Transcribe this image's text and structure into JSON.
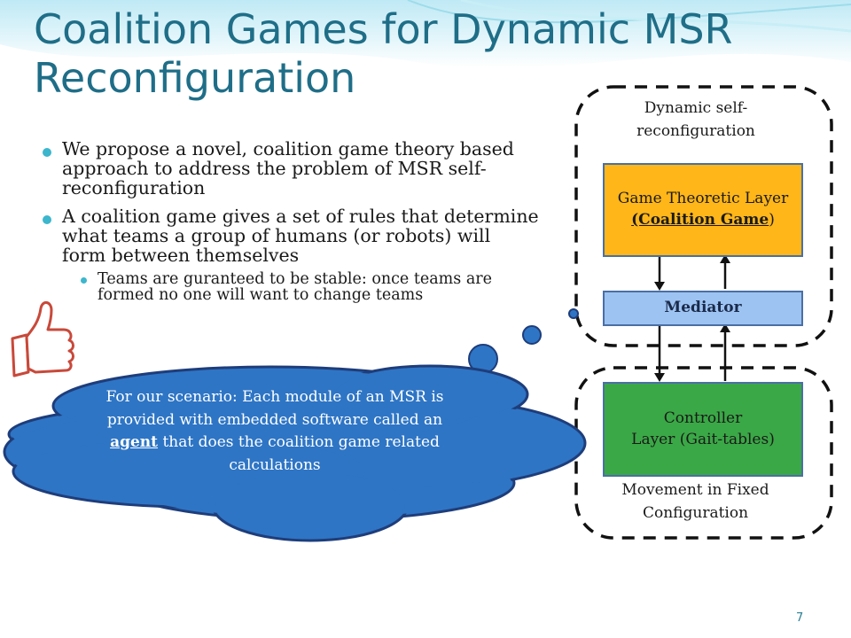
{
  "slide": {
    "title": "Coalition Games for Dynamic MSR Reconfiguration",
    "bullets": [
      "We propose a novel, coalition game theory based approach to address the problem of MSR self-reconfiguration",
      "A coalition game gives a set of rules that determine what teams a group of humans (or robots) will form between themselves"
    ],
    "sub_bullet": "Teams are guranteed to be stable: once teams are formed no one will want to change teams",
    "page_number": "7"
  },
  "cloud": {
    "text_before": "For our scenario: Each module of an MSR is provided with embedded software called an",
    "emphasis": "agent",
    "text_after": "that does the coalition game related calculations",
    "fill_color": "#2e75c5",
    "stroke_color": "#1e3d7a"
  },
  "diagram": {
    "upper_group_label": "Dynamic self-reconfiguration",
    "lower_group_label": "Movement in Fixed Configuration",
    "game_layer": {
      "line1": "Game Theoretic Layer",
      "emphasis": "(Coalition Game",
      "suffix": ")",
      "color": "#ffb619"
    },
    "mediator": {
      "label": "Mediator",
      "color": "#9dc3f2"
    },
    "controller": {
      "line1": "Controller",
      "line2": "Layer (Gait-tables)",
      "color": "#3aa846"
    }
  },
  "icons": {
    "thumbs_up": "thumbs-up-icon"
  }
}
